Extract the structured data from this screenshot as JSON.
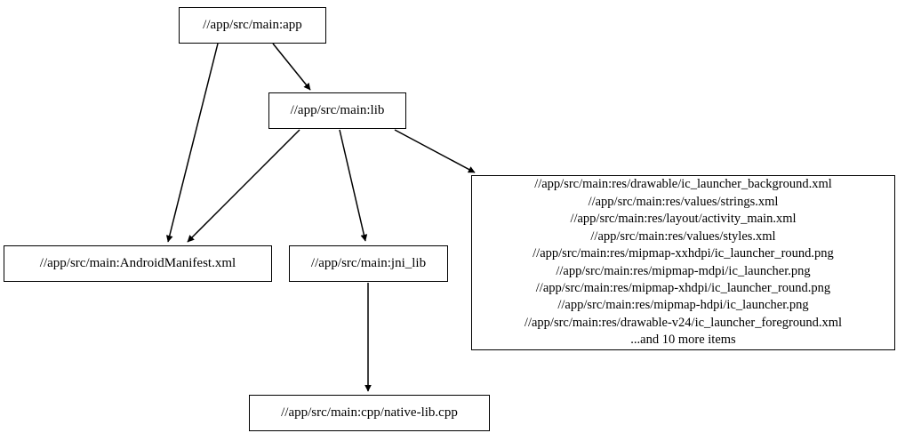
{
  "graph": {
    "type": "directed-dependency-graph",
    "background_color": "#ffffff",
    "node_border_color": "#000000",
    "edge_color": "#000000",
    "text_color": "#000000",
    "nodes": [
      {
        "id": "app",
        "label": "//app/src/main:app"
      },
      {
        "id": "lib",
        "label": "//app/src/main:lib"
      },
      {
        "id": "manifest",
        "label": "//app/src/main:AndroidManifest.xml"
      },
      {
        "id": "jni_lib",
        "label": "//app/src/main:jni_lib"
      },
      {
        "id": "cpp",
        "label": "//app/src/main:cpp/native-lib.cpp"
      },
      {
        "id": "res",
        "label": "//app/src/main:res/drawable/ic_launcher_background.xml\n//app/src/main:res/values/strings.xml\n//app/src/main:res/layout/activity_main.xml\n//app/src/main:res/values/styles.xml\n//app/src/main:res/mipmap-xxhdpi/ic_launcher_round.png\n//app/src/main:res/mipmap-mdpi/ic_launcher.png\n//app/src/main:res/mipmap-xhdpi/ic_launcher_round.png\n//app/src/main:res/mipmap-hdpi/ic_launcher.png\n//app/src/main:res/drawable-v24/ic_launcher_foreground.xml\n...and 10 more items",
        "lines": [
          "//app/src/main:res/drawable/ic_launcher_background.xml",
          "//app/src/main:res/values/strings.xml",
          "//app/src/main:res/layout/activity_main.xml",
          "//app/src/main:res/values/styles.xml",
          "//app/src/main:res/mipmap-xxhdpi/ic_launcher_round.png",
          "//app/src/main:res/mipmap-mdpi/ic_launcher.png",
          "//app/src/main:res/mipmap-xhdpi/ic_launcher_round.png",
          "//app/src/main:res/mipmap-hdpi/ic_launcher.png",
          "//app/src/main:res/drawable-v24/ic_launcher_foreground.xml",
          "...and 10 more items"
        ],
        "overflow_note": "...and 10 more items",
        "overflow_count": 10
      }
    ],
    "edges": [
      {
        "from": "app",
        "to": "lib"
      },
      {
        "from": "app",
        "to": "manifest"
      },
      {
        "from": "lib",
        "to": "manifest"
      },
      {
        "from": "lib",
        "to": "jni_lib"
      },
      {
        "from": "lib",
        "to": "res"
      },
      {
        "from": "jni_lib",
        "to": "cpp"
      }
    ]
  }
}
